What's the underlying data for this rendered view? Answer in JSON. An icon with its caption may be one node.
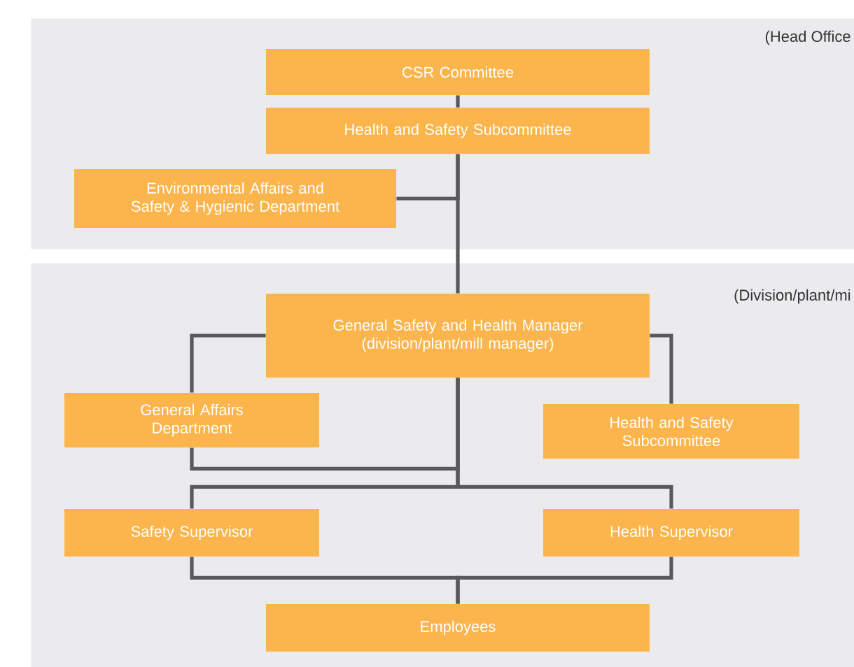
{
  "diagram": {
    "nodes": [
      {
        "text": [
          "(Head Office"
        ]
      },
      {
        "text": [
          "CSR Committee"
        ],
        "in": 0
      },
      {
        "text": [
          "Health and Safety Subcommittee"
        ],
        "in": 0
      },
      {
        "text": [
          "Environmental Affairs and Safety & Hygienic Department"
        ],
        "in": 0
      },
      {
        "text": [
          "(Division/plant/mi"
        ]
      },
      {
        "text": [
          "General Safety and Health Manager (division/plant/mill manager)"
        ],
        "in": 4
      },
      {
        "text": [
          "General Affairs Department"
        ],
        "in": 4
      },
      {
        "text": [
          "Health and Safety Subcommittee"
        ],
        "in": 4
      },
      {
        "text": [
          "Safety Supervisor"
        ],
        "in": 4
      },
      {
        "text": [
          "Health Supervisor"
        ],
        "in": 4
      },
      {
        "text": [
          "Employees"
        ],
        "in": 4
      }
    ],
    "edges": [
      {
        "from": 1,
        "to": 2,
        "arrow": "none"
      },
      {
        "from": 2,
        "to": 3,
        "arrow": "none"
      },
      {
        "from": 2,
        "to": 5,
        "arrow": "none"
      },
      {
        "from": 5,
        "to": 6,
        "arrow": "none"
      },
      {
        "from": 5,
        "to": 7,
        "arrow": "none"
      },
      {
        "from": 6,
        "to": 5,
        "arrow": "none"
      },
      {
        "from": 5,
        "to": 8,
        "arrow": "none"
      },
      {
        "from": 5,
        "to": 9,
        "arrow": "none"
      },
      {
        "from": 8,
        "to": 10,
        "arrow": "none"
      },
      {
        "from": 9,
        "to": 10,
        "arrow": "none"
      }
    ]
  }
}
